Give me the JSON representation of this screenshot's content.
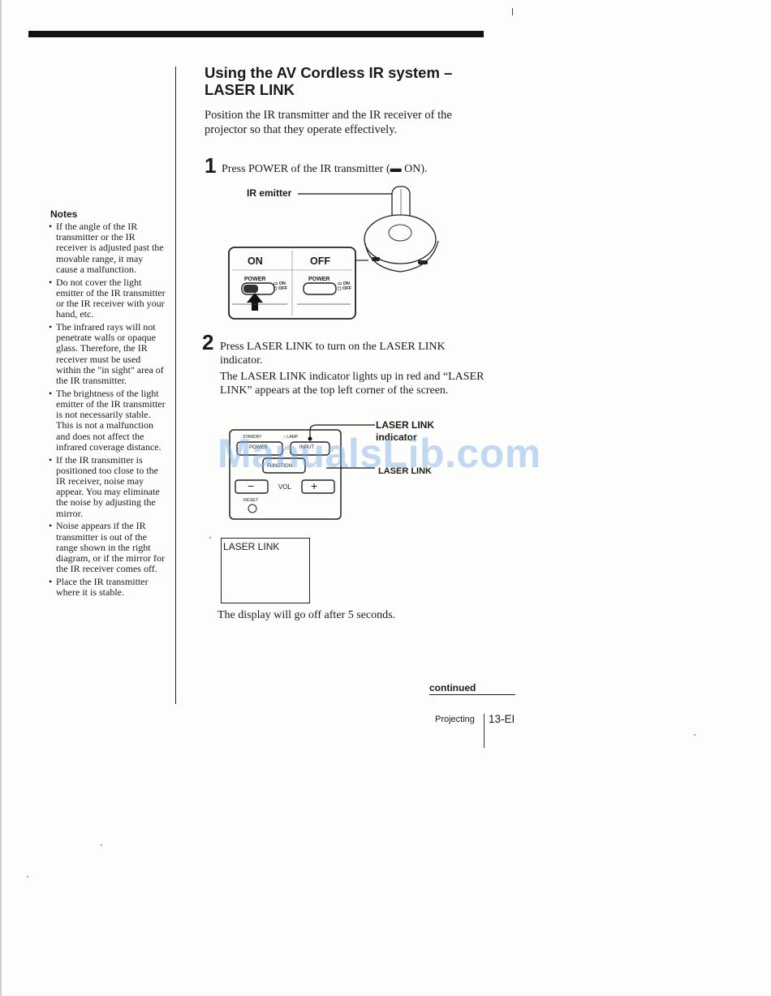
{
  "page": {
    "title_line1": "Using the AV Cordless IR system –",
    "title_line2": "LASER LINK",
    "intro": "Position the IR transmitter and the IR receiver of the projector so that they operate effectively."
  },
  "notes": {
    "heading": "Notes",
    "items": [
      "If the angle of the IR transmitter or the IR receiver is adjusted past the movable range, it may cause a malfunction.",
      "Do not cover the light emitter of the IR transmitter or the IR receiver with your hand, etc.",
      "The infrared rays will not penetrate walls or opaque glass. Therefore, the IR receiver must be used within the \"in sight\" area of the IR transmitter.",
      "The brightness of the light emitter of the IR transmitter is not necessarily stable. This is not a malfunction and does not affect the infrared coverage distance.",
      "If the IR transmitter is positioned too close to the IR receiver, noise may appear. You may eliminate the noise by adjusting the mirror.",
      "Noise appears if the IR transmitter is out of the range shown in the right diagram, or if the mirror for the IR receiver comes off.",
      "Place the IR transmitter where it is stable."
    ]
  },
  "steps": [
    {
      "number": "1",
      "text": "Press POWER of the IR transmitter (▬ ON)."
    },
    {
      "number": "2",
      "text": "Press LASER LINK to turn on the LASER LINK indicator.",
      "detail": "The LASER LINK indicator lights up in red and “LASER LINK” appears at the top left corner of the screen."
    }
  ],
  "figure1": {
    "ir_emitter_label": "IR emitter",
    "on_label": "ON",
    "off_label": "OFF",
    "power_label": "POWER",
    "switch_on": "▭ ON",
    "switch_off": "◻ OFF"
  },
  "figure2": {
    "indicator_label": "LASER LINK indicator",
    "button_label": "LASER LINK",
    "standby": "STANDBY",
    "lamp": "○ LAMP",
    "power_btn": "POWER",
    "input_btn": "INPUT",
    "function_btn": "FUNCTION",
    "vol": "VOL",
    "minus": "−",
    "plus": "+",
    "reset": "RESET"
  },
  "display": {
    "screen_text": "LASER LINK",
    "after_text": "The display will go off after 5 seconds."
  },
  "watermark": "ManualsLib.com",
  "footer": {
    "continued": "continued",
    "section": "Projecting",
    "page_number": "13-EI"
  },
  "colors": {
    "ink": "#1a1a1a",
    "paper": "#fdfdfb",
    "watermark": "#78aae6"
  }
}
